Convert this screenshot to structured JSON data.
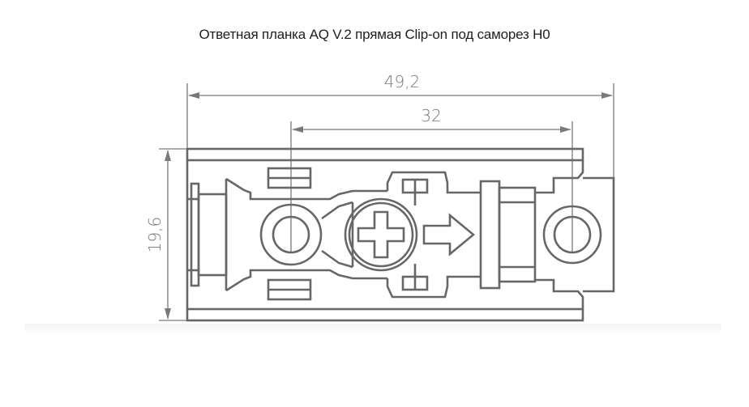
{
  "title": "Ответная планка AQ V.2 прямая Clip-on под саморез H0",
  "dimensions": {
    "overall_length": "49,2",
    "hole_spacing": "32",
    "height": "19,6"
  },
  "colors": {
    "line": "#676767",
    "text": "#1e1e1e"
  }
}
